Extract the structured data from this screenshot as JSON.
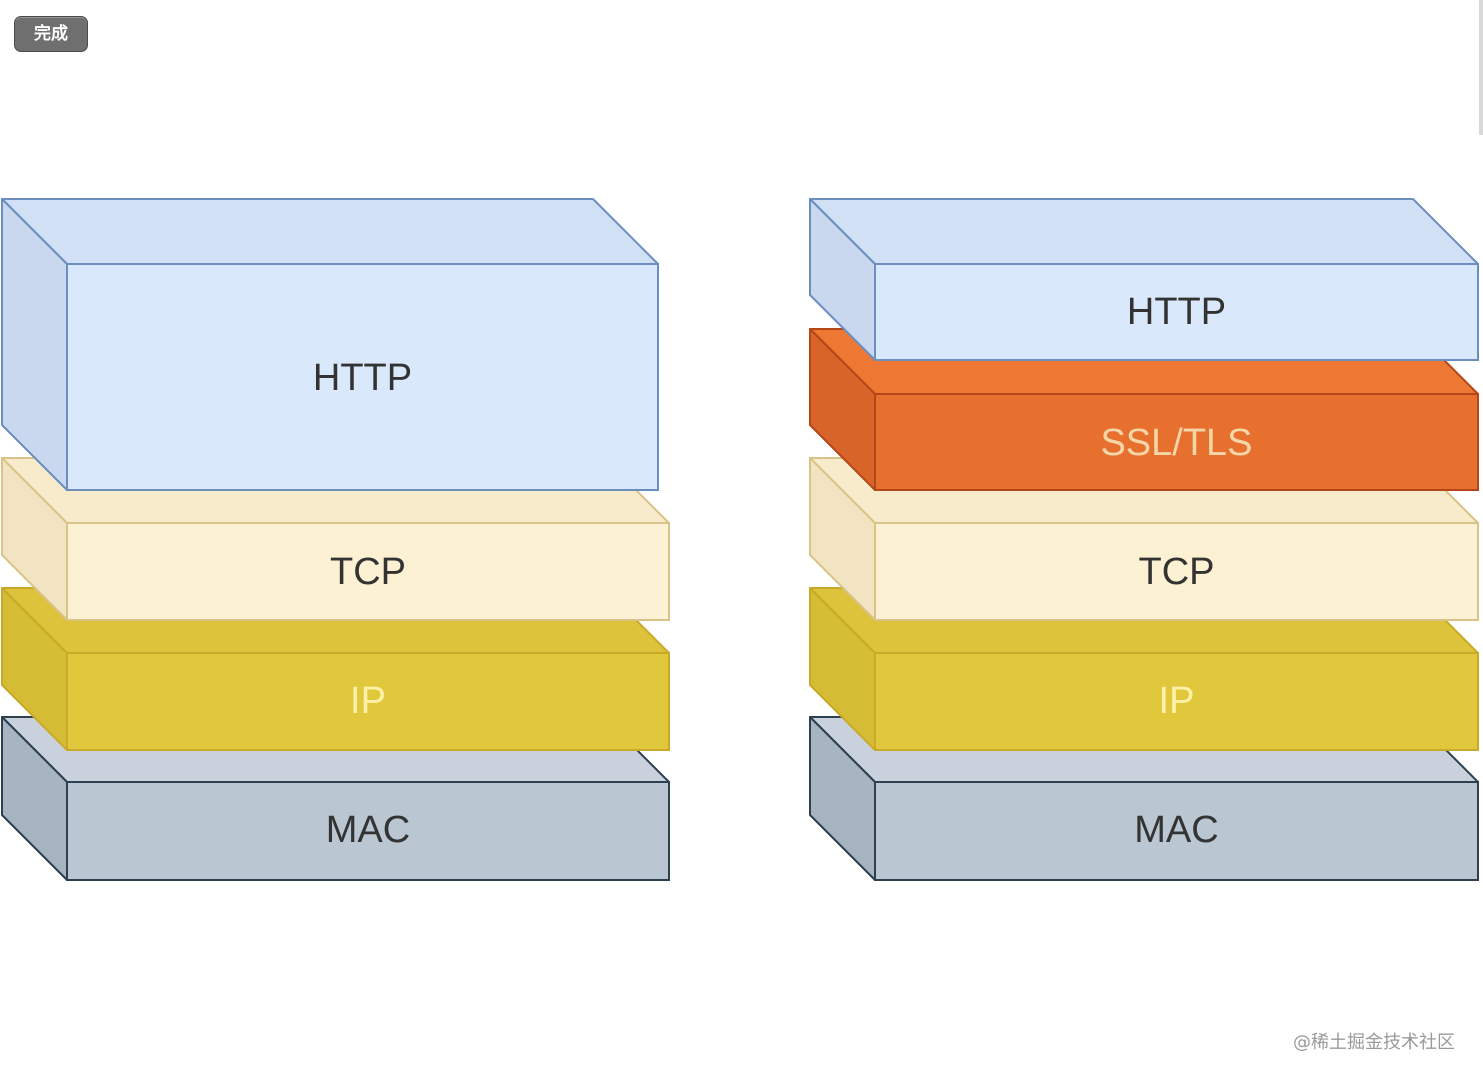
{
  "toolbar": {
    "done_label": "完成"
  },
  "diagram": {
    "left_stack": {
      "layers": [
        {
          "label": "MAC",
          "fill": "#bac6d2",
          "side": "#a7b4c2",
          "top": "#c9d2dc",
          "stroke": "#2e3f50",
          "text": "#333333"
        },
        {
          "label": "IP",
          "fill": "#e0c73c",
          "side": "#d5bc35",
          "top": "#dcc33b",
          "stroke": "#c9a92a",
          "text": "#fff1a8"
        },
        {
          "label": "TCP",
          "fill": "#fdf1d3",
          "side": "#f2e4c2",
          "top": "#f7ebcb",
          "stroke": "#d9c386",
          "text": "#333333"
        },
        {
          "label": "HTTP",
          "fill": "#dae8fb",
          "side": "#c9d8ee",
          "top": "#d2e0f5",
          "stroke": "#6c8ebf",
          "text": "#333333"
        }
      ]
    },
    "right_stack": {
      "layers": [
        {
          "label": "MAC",
          "fill": "#bac6d2",
          "side": "#a7b4c2",
          "top": "#c9d2dc",
          "stroke": "#2e3f50",
          "text": "#333333"
        },
        {
          "label": "IP",
          "fill": "#e0c73c",
          "side": "#d5bc35",
          "top": "#dcc33b",
          "stroke": "#c9a92a",
          "text": "#fff1a8"
        },
        {
          "label": "TCP",
          "fill": "#fdf1d3",
          "side": "#f2e4c2",
          "top": "#f7ebcb",
          "stroke": "#d9c386",
          "text": "#333333"
        },
        {
          "label": "SSL/TLS",
          "fill": "#e8702e",
          "side": "#d8642a",
          "top": "#ec7834",
          "stroke": "#b4471a",
          "text": "#f5d6a8"
        },
        {
          "label": "HTTP",
          "fill": "#dae8fb",
          "side": "#c9d8ee",
          "top": "#d2e0f5",
          "stroke": "#6c8ebf",
          "text": "#333333"
        }
      ]
    }
  },
  "watermark": "@稀土掘金技术社区"
}
